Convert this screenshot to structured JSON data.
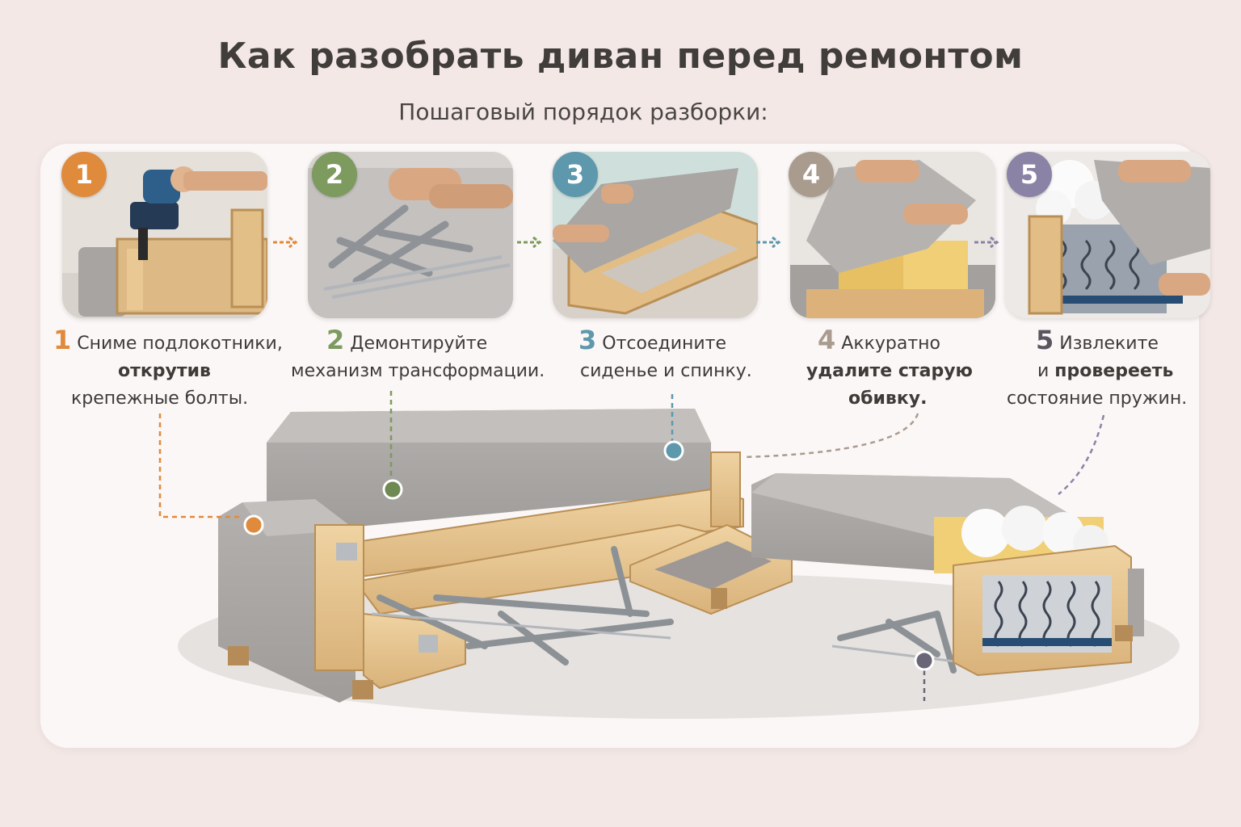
{
  "title": "Как разобрать диван перед ремонтом",
  "subtitle": "Пошаговый порядок разборки:",
  "steps": [
    {
      "num": "1",
      "color": "#e08a3c",
      "icon": "drill-icon",
      "lines": [
        "Сниме подлокотники,",
        "открутив",
        "крепежные болты."
      ]
    },
    {
      "num": "2",
      "color": "#7d9a5f",
      "icon": "mechanism-icon",
      "lines": [
        "Демонтируйте",
        "механизм трансформации."
      ]
    },
    {
      "num": "3",
      "color": "#5d98ad",
      "icon": "seat-lift-icon",
      "lines": [
        "Отсоедините",
        "сиденье и спинку."
      ]
    },
    {
      "num": "4",
      "color": "#a99b8e",
      "icon": "upholstery-icon",
      "lines": [
        "Аккуратно",
        "удалите старую",
        "обивку."
      ]
    },
    {
      "num": "5",
      "color": "#8a83a6",
      "icon": "springs-icon",
      "lines": [
        "Извлеките",
        "и проверееть",
        "состояние пружин."
      ]
    }
  ],
  "arrow_glyph": "›",
  "fix": "и проверееть"
}
